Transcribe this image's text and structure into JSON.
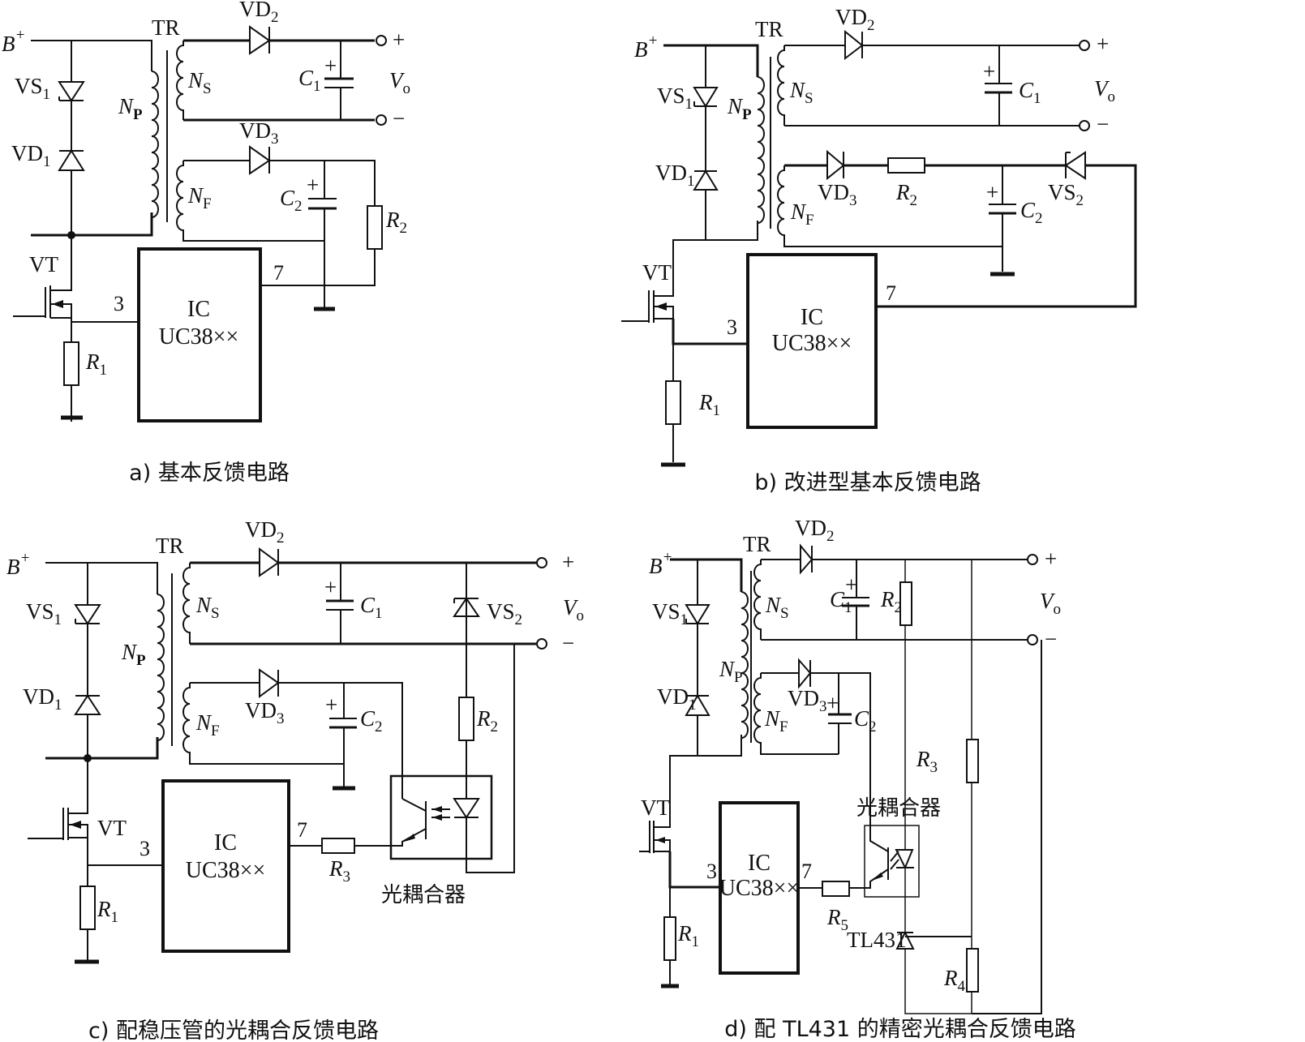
{
  "figure": {
    "panels": [
      {
        "id": "a",
        "caption": "a)  基本反馈电路",
        "labels": {
          "bplus": "B",
          "bplus_sup": "+",
          "tr": "TR",
          "vs1": "VS",
          "vs1_sub": "1",
          "vd1": "VD",
          "vd1_sub": "1",
          "np": "N",
          "np_sub": "P",
          "ns": "N",
          "ns_sub": "S",
          "nf": "N",
          "nf_sub": "F",
          "vd2": "VD",
          "vd2_sub": "2",
          "vd3": "VD",
          "vd3_sub": "3",
          "c1": "C",
          "c1_sub": "1",
          "c2": "C",
          "c2_sub": "2",
          "r1": "R",
          "r1_sub": "1",
          "r2": "R",
          "r2_sub": "2",
          "vt": "VT",
          "vo": "V",
          "vo_sub": "o",
          "plus": "+",
          "minus": "−",
          "cap_plus": "+",
          "ic": "IC",
          "ic_part": "UC38××",
          "pin3": "3",
          "pin7": "7"
        }
      },
      {
        "id": "b",
        "caption": "b)  改进型基本反馈电路",
        "labels": {
          "bplus": "B",
          "bplus_sup": "+",
          "tr": "TR",
          "vs1": "VS",
          "vs1_sub": "1",
          "vd1": "VD",
          "vd1_sub": "1",
          "np": "N",
          "np_sub": "P",
          "ns": "N",
          "ns_sub": "S",
          "nf": "N",
          "nf_sub": "F",
          "vd2": "VD",
          "vd2_sub": "2",
          "vd3": "VD",
          "vd3_sub": "3",
          "c1": "C",
          "c1_sub": "1",
          "c2": "C",
          "c2_sub": "2",
          "r1": "R",
          "r1_sub": "1",
          "r2": "R",
          "r2_sub": "2",
          "vs2": "VS",
          "vs2_sub": "2",
          "vt": "VT",
          "vo": "V",
          "vo_sub": "o",
          "plus": "+",
          "minus": "−",
          "cap_plus": "+",
          "ic": "IC",
          "ic_part": "UC38××",
          "pin3": "3",
          "pin7": "7"
        }
      },
      {
        "id": "c",
        "caption": "c) 配稳压管的光耦合反馈电路",
        "labels": {
          "bplus": "B",
          "bplus_sup": "+",
          "tr": "TR",
          "vs1": "VS",
          "vs1_sub": "1",
          "vd1": "VD",
          "vd1_sub": "1",
          "np": "N",
          "np_sub": "P",
          "ns": "N",
          "ns_sub": "S",
          "nf": "N",
          "nf_sub": "F",
          "vd2": "VD",
          "vd2_sub": "2",
          "vd3": "VD",
          "vd3_sub": "3",
          "c1": "C",
          "c1_sub": "1",
          "c2": "C",
          "c2_sub": "2",
          "r1": "R",
          "r1_sub": "1",
          "r2": "R",
          "r2_sub": "2",
          "r3": "R",
          "r3_sub": "3",
          "vs2": "VS",
          "vs2_sub": "2",
          "vt": "VT",
          "vo": "V",
          "vo_sub": "o",
          "plus": "+",
          "minus": "−",
          "cap_plus": "+",
          "ic": "IC",
          "ic_part": "UC38××",
          "pin3": "3",
          "pin7": "7",
          "optocoupler": "光耦合器"
        }
      },
      {
        "id": "d",
        "caption": "d) 配 TL431 的精密光耦合反馈电路",
        "labels": {
          "bplus": "B",
          "bplus_sup": "+",
          "tr": "TR",
          "vs1": "VS",
          "vs1_sub": "1",
          "vd1": "VD",
          "vd1_sub": "1",
          "np": "N",
          "np_sub": "P",
          "ns": "N",
          "ns_sub": "S",
          "nf": "N",
          "nf_sub": "F",
          "vd2": "VD",
          "vd2_sub": "2",
          "vd3": "VD",
          "vd3_sub": "3",
          "c1": "C",
          "c1_sub": "1",
          "c2": "C",
          "c2_sub": "2",
          "r1": "R",
          "r1_sub": "1",
          "r2": "R",
          "r2_sub": "2",
          "r3": "R",
          "r3_sub": "3",
          "r4": "R",
          "r4_sub": "4",
          "r5": "R",
          "r5_sub": "5",
          "tl431": "TL431",
          "vt": "VT",
          "vo": "V",
          "vo_sub": "o",
          "plus": "+",
          "minus": "−",
          "cap_plus": "+",
          "ic": "IC",
          "ic_part": "UC38××",
          "pin3": "3",
          "pin7": "7",
          "optocoupler": "光耦合器"
        }
      }
    ]
  }
}
